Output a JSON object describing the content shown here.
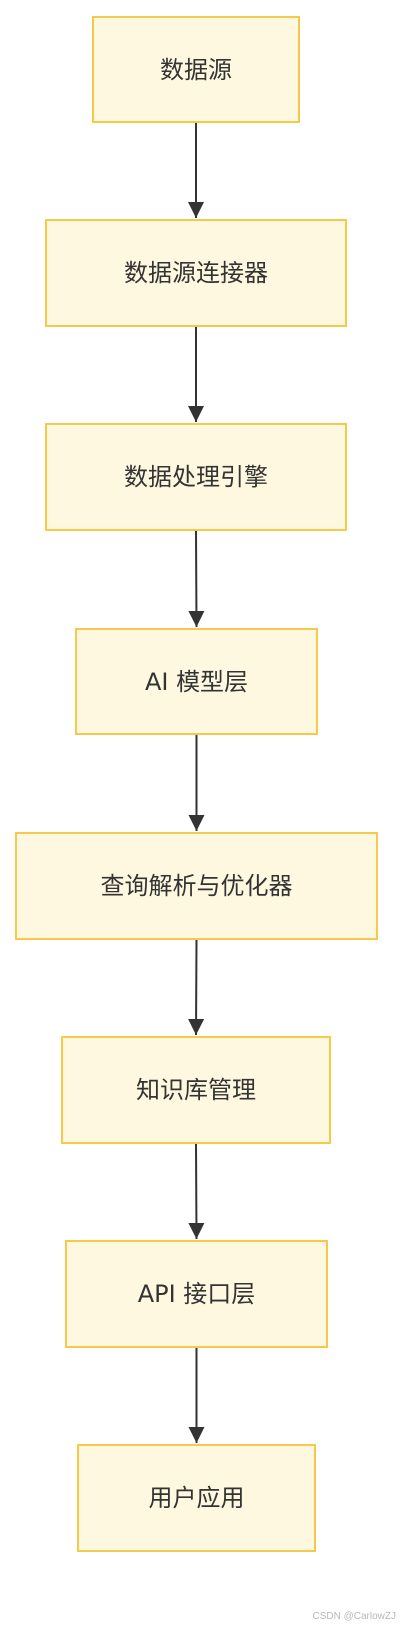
{
  "diagram": {
    "nodes": [
      {
        "label": "数据源"
      },
      {
        "label": "数据源连接器"
      },
      {
        "label": "数据处理引擎"
      },
      {
        "label": "AI 模型层"
      },
      {
        "label": "查询解析与优化器"
      },
      {
        "label": "知识库管理"
      },
      {
        "label": "API 接口层"
      },
      {
        "label": "用户应用"
      }
    ],
    "edges": [
      {
        "from": 0,
        "to": 1
      },
      {
        "from": 1,
        "to": 2
      },
      {
        "from": 2,
        "to": 3
      },
      {
        "from": 3,
        "to": 4
      },
      {
        "from": 4,
        "to": 5
      },
      {
        "from": 5,
        "to": 6
      },
      {
        "from": 6,
        "to": 7
      }
    ],
    "colors": {
      "node_fill": "#fff8e1",
      "node_border": "#f6c94a",
      "text": "#333333",
      "arrow": "#333333"
    }
  },
  "watermark": {
    "text": "CSDN @CarlowZJ"
  }
}
